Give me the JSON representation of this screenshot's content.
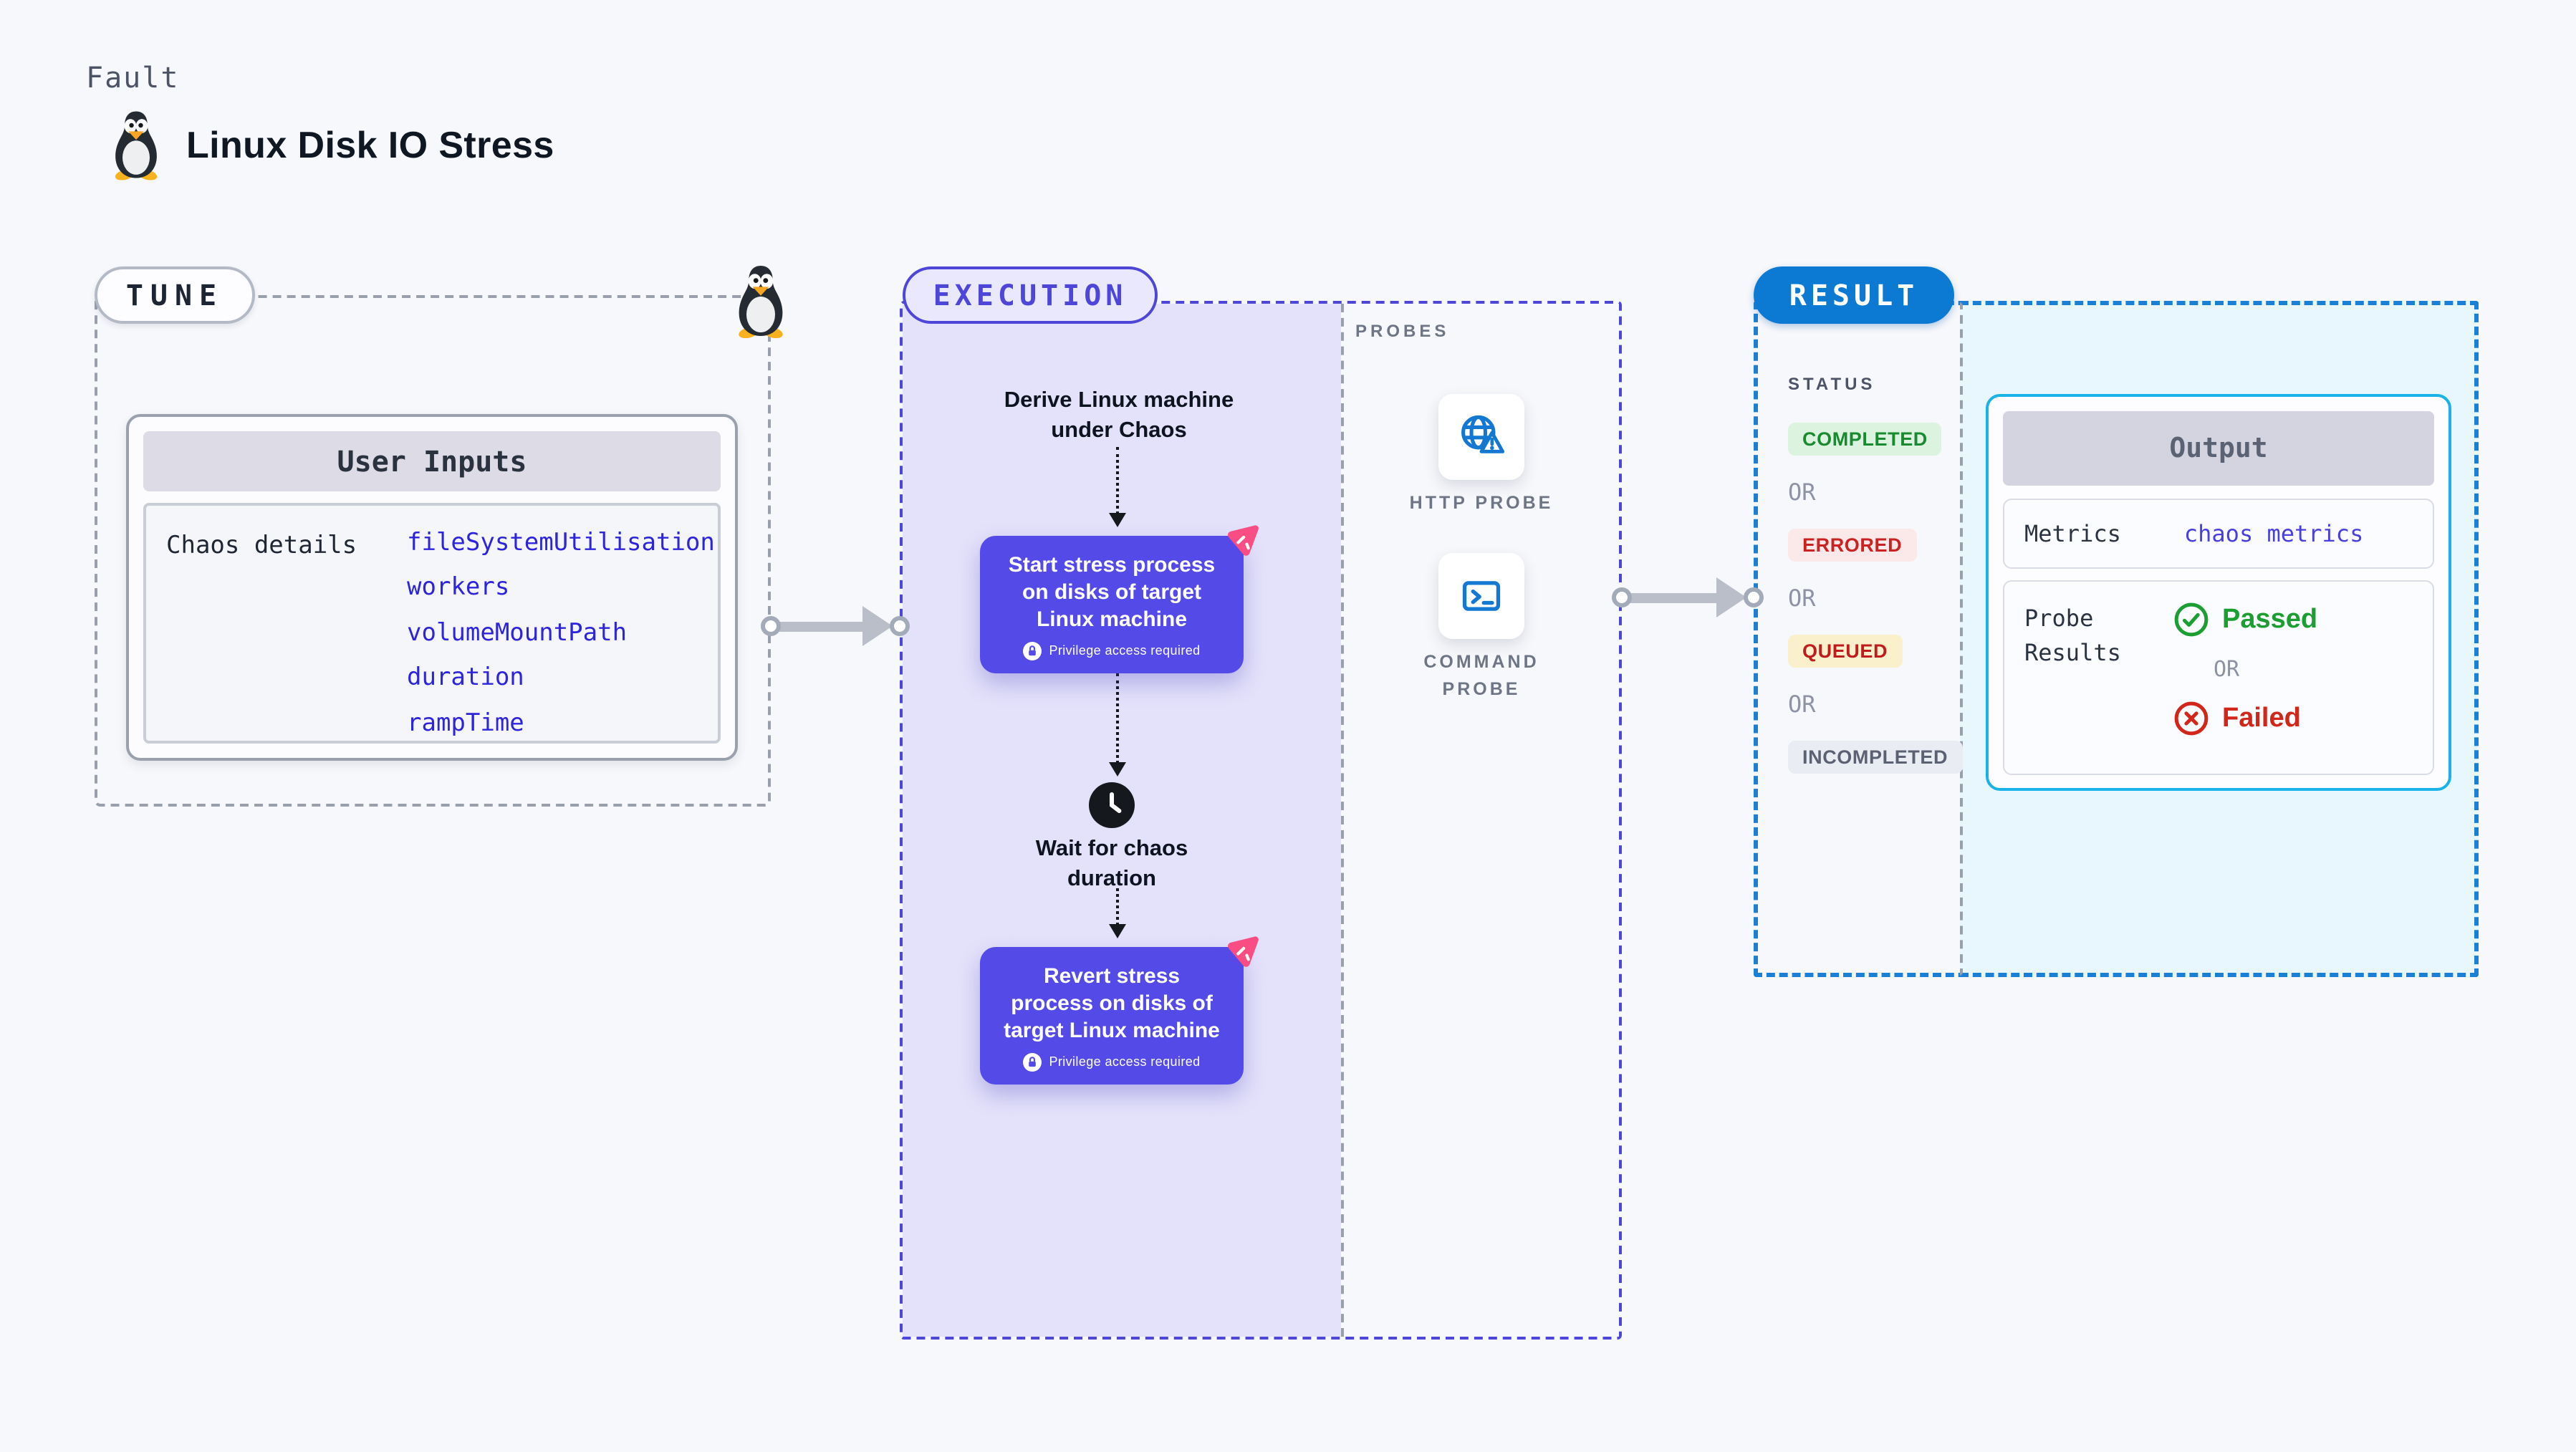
{
  "header": {
    "kicker": "Fault",
    "title": "Linux Disk IO Stress"
  },
  "tune": {
    "label": "TUNE",
    "card_title": "User Inputs",
    "row_label": "Chaos details",
    "inputs": [
      "fileSystemUtilisation",
      "workers",
      "volumeMountPath",
      "duration",
      "rampTime"
    ]
  },
  "execution": {
    "label": "EXECUTION",
    "derive_step": "Derive Linux machine\nunder Chaos",
    "start_step": "Start stress process\non disks of target\nLinux machine",
    "wait_step": "Wait for chaos\nduration",
    "revert_step": "Revert stress\nprocess on disks of\ntarget Linux machine",
    "privilege_note": "Privilege access required"
  },
  "probes": {
    "label": "PROBES",
    "items": [
      {
        "label": "HTTP PROBE"
      },
      {
        "label": "COMMAND PROBE"
      }
    ]
  },
  "result": {
    "label": "RESULT",
    "status_heading": "STATUS",
    "or_separator": "OR",
    "statuses": [
      {
        "text": "COMPLETED",
        "color": "#1a8a31",
        "background": "#dcf3e0"
      },
      {
        "text": "ERRORED",
        "color": "#cc2121",
        "background": "#fbe9e9"
      },
      {
        "text": "QUEUED",
        "color": "#c01c1c",
        "background": "#faf0cc"
      },
      {
        "text": "INCOMPLETED",
        "color": "#5a6173",
        "background": "#eaecf4"
      }
    ],
    "output": {
      "title": "Output",
      "metrics_label": "Metrics",
      "metrics_link": "chaos metrics",
      "probe_label": "Probe\nResults",
      "passed": "Passed",
      "failed": "Failed"
    }
  },
  "icons": {
    "tux": "linux-penguin",
    "clock": "wait-clock",
    "lock": "privilege-lock",
    "litmus": "litmus-chaos-logo",
    "http_probe": "globe-warning",
    "command_probe": "terminal-prompt",
    "passed": "check-circle",
    "failed": "x-circle"
  },
  "colors": {
    "page_bg": "#f7f8fb",
    "tune_dash": "#99a0ac",
    "execution_accent": "#4e45d9",
    "execution_panel": "#e4e2fa",
    "step_purple": "#544ae8",
    "litmus_pink": "#fa4d84",
    "probe_icon_blue": "#1478d2",
    "result_blue": "#0c7ad3",
    "result_panel": "#e8f6fd",
    "output_border": "#19b3e9",
    "link_blue": "#2d24dd",
    "connector_gray": "#b9bec9"
  }
}
